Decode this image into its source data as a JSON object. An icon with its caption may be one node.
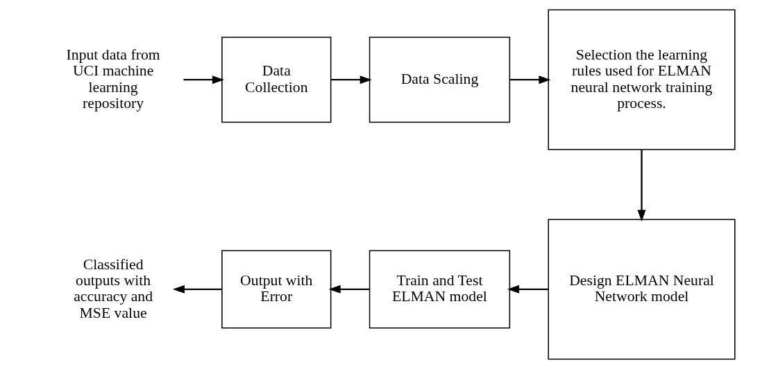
{
  "diagram": {
    "nodes": [
      {
        "text": [
          "Input data from UCI machine learning repository"
        ]
      },
      {
        "text": [
          "Data Collection"
        ]
      },
      {
        "text": [
          "Data Scaling"
        ]
      },
      {
        "text": [
          "Selection the learning rules used for ELMAN neural network training process."
        ]
      },
      {
        "text": [
          "Classified outputs with accuracy and MSE value"
        ]
      },
      {
        "text": [
          "Output with Error"
        ]
      },
      {
        "text": [
          "Train and Test ELMAN model"
        ]
      },
      {
        "text": [
          "Design ELMAN Neural Network model"
        ]
      }
    ],
    "edges": [
      {
        "from": 0,
        "to": 1,
        "arrow": "to"
      },
      {
        "from": 1,
        "to": 2,
        "arrow": "to"
      },
      {
        "from": 2,
        "to": 3,
        "arrow": "to"
      },
      {
        "from": 3,
        "to": 7,
        "arrow": "to"
      },
      {
        "from": 7,
        "to": 6,
        "arrow": "to"
      },
      {
        "from": 6,
        "to": 5,
        "arrow": "to"
      },
      {
        "from": 5,
        "to": 4,
        "arrow": "to"
      }
    ]
  }
}
